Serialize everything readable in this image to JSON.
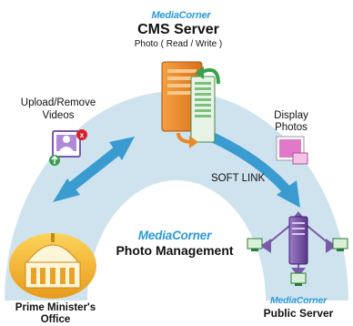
{
  "cms": {
    "brand": "MediaCorner",
    "title": "CMS Server",
    "subtitle": "Photo ( Read / Write )"
  },
  "upload": {
    "line1": "Upload/Remove",
    "line2": "Videos"
  },
  "display": {
    "line1": "Display",
    "line2": "Photos"
  },
  "link": {
    "label": "SOFT LINK"
  },
  "center": {
    "brand": "MediaCorner",
    "title": "Photo Management"
  },
  "pm": {
    "line1": "Prime Minister's",
    "line2": "Office"
  },
  "public": {
    "brand": "MediaCorner",
    "title": "Public Server"
  },
  "colors": {
    "arc": "#cfe3ef",
    "arrow": "#3a9bd0",
    "brand": "#2a9ad6",
    "server_orange": "#e8892a",
    "server_green": "#3aa04a",
    "building": "#f0b62a",
    "purple": "#7a5aa8"
  }
}
